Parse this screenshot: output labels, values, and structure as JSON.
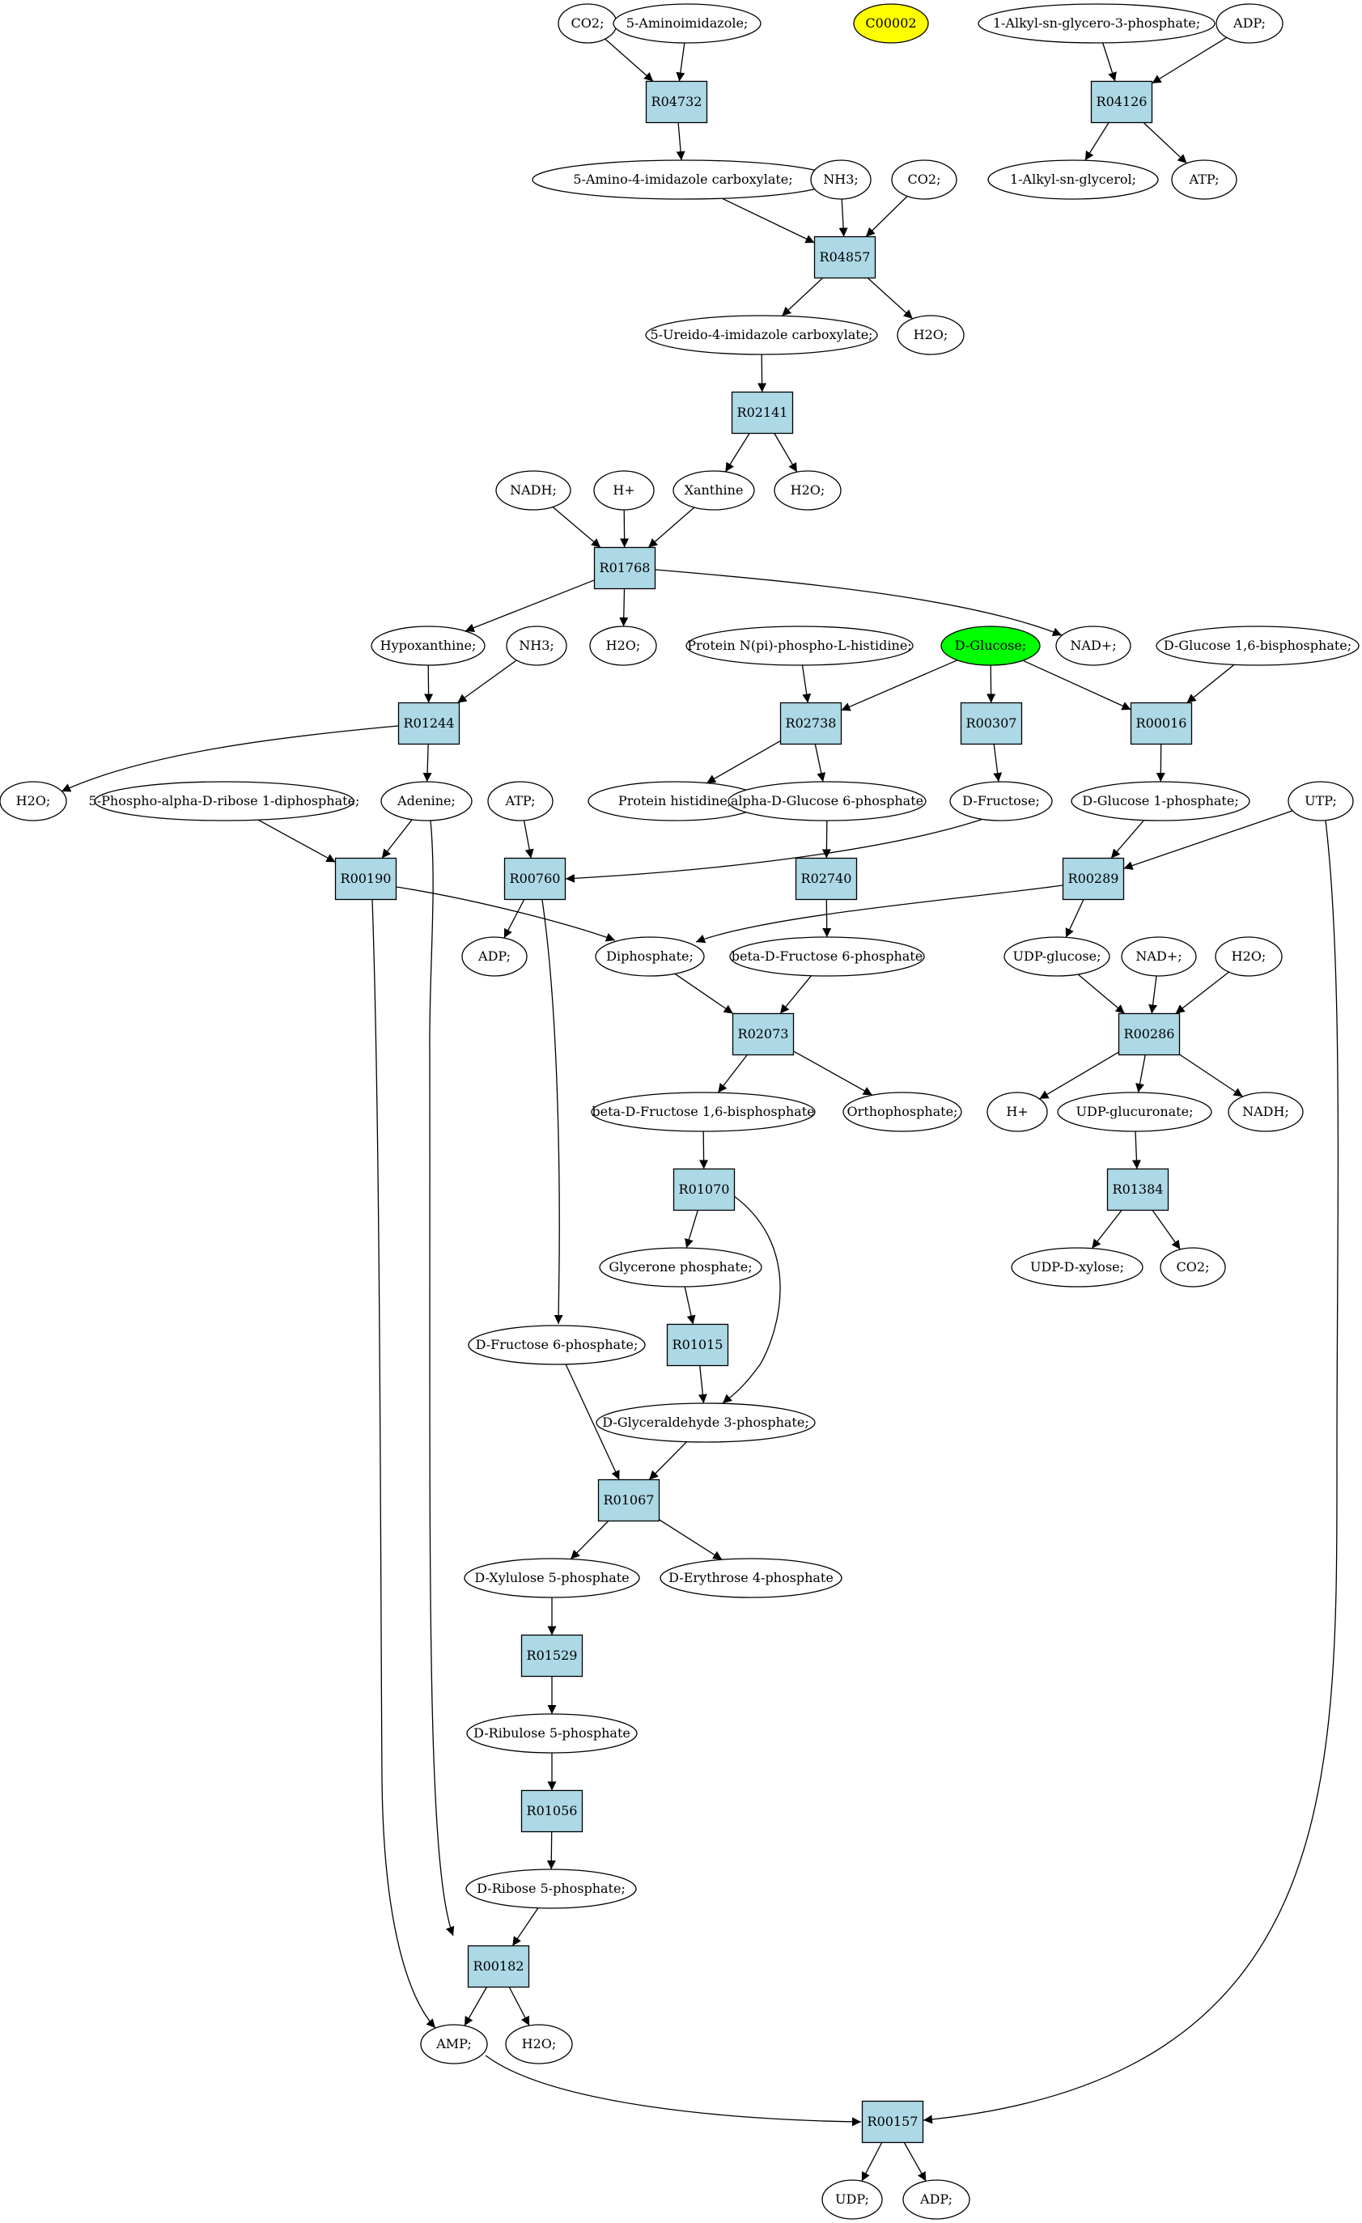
{
  "colors": {
    "reaction_fill": "#add8e6",
    "compound_fill": "#ffffff",
    "highlight_yellow": "#ffff00",
    "highlight_green": "#00ff00",
    "edge": "#000000"
  },
  "nodes": [
    {
      "id": "co2_1",
      "label": "CO2;",
      "kind": "compound"
    },
    {
      "id": "aminoimidazole",
      "label": "5-Aminoimidazole;",
      "kind": "compound"
    },
    {
      "id": "c00002",
      "label": "C00002",
      "kind": "compound",
      "fill": "#ffff00"
    },
    {
      "id": "alkyl_g3p",
      "label": "1-Alkyl-sn-glycero-3-phosphate;",
      "kind": "compound"
    },
    {
      "id": "adp_1",
      "label": "ADP;",
      "kind": "compound"
    },
    {
      "id": "r04732",
      "label": "R04732",
      "kind": "reaction"
    },
    {
      "id": "r04126",
      "label": "R04126",
      "kind": "reaction"
    },
    {
      "id": "aica",
      "label": "5-Amino-4-imidazole carboxylate;",
      "kind": "compound"
    },
    {
      "id": "nh3_1",
      "label": "NH3;",
      "kind": "compound"
    },
    {
      "id": "co2_2",
      "label": "CO2;",
      "kind": "compound"
    },
    {
      "id": "alkyl_glycerol",
      "label": "1-Alkyl-sn-glycerol;",
      "kind": "compound"
    },
    {
      "id": "atp_1",
      "label": "ATP;",
      "kind": "compound"
    },
    {
      "id": "r04857",
      "label": "R04857",
      "kind": "reaction"
    },
    {
      "id": "ureido",
      "label": "5-Ureido-4-imidazole carboxylate;",
      "kind": "compound"
    },
    {
      "id": "h2o_1",
      "label": "H2O;",
      "kind": "compound"
    },
    {
      "id": "r02141",
      "label": "R02141",
      "kind": "reaction"
    },
    {
      "id": "nadh_1",
      "label": "NADH;",
      "kind": "compound"
    },
    {
      "id": "hplus_1",
      "label": "H+",
      "kind": "compound"
    },
    {
      "id": "xanthine",
      "label": "Xanthine",
      "kind": "compound"
    },
    {
      "id": "h2o_2",
      "label": "H2O;",
      "kind": "compound"
    },
    {
      "id": "r01768",
      "label": "R01768",
      "kind": "reaction"
    },
    {
      "id": "hypoxanthine",
      "label": "Hypoxanthine;",
      "kind": "compound"
    },
    {
      "id": "nh3_2",
      "label": "NH3;",
      "kind": "compound"
    },
    {
      "id": "h2o_3",
      "label": "H2O;",
      "kind": "compound"
    },
    {
      "id": "protein_nphospho",
      "label": "Protein N(pi)-phospho-L-histidine;",
      "kind": "compound"
    },
    {
      "id": "dglucose",
      "label": "D-Glucose;",
      "kind": "compound",
      "fill": "#00ff00"
    },
    {
      "id": "nadplus_1",
      "label": "NAD+;",
      "kind": "compound"
    },
    {
      "id": "dglucose16bp",
      "label": "D-Glucose 1,6-bisphosphate;",
      "kind": "compound"
    },
    {
      "id": "r01244",
      "label": "R01244",
      "kind": "reaction"
    },
    {
      "id": "r02738",
      "label": "R02738",
      "kind": "reaction"
    },
    {
      "id": "r00307",
      "label": "R00307",
      "kind": "reaction"
    },
    {
      "id": "r00016",
      "label": "R00016",
      "kind": "reaction"
    },
    {
      "id": "h2o_4",
      "label": "H2O;",
      "kind": "compound"
    },
    {
      "id": "prpp",
      "label": "5-Phospho-alpha-D-ribose 1-diphosphate;",
      "kind": "compound"
    },
    {
      "id": "adenine",
      "label": "Adenine;",
      "kind": "compound"
    },
    {
      "id": "atp_2",
      "label": "ATP;",
      "kind": "compound"
    },
    {
      "id": "protein_his",
      "label": "Protein histidine;",
      "kind": "compound"
    },
    {
      "id": "adg6p",
      "label": "alpha-D-Glucose 6-phosphate",
      "kind": "compound"
    },
    {
      "id": "dfructose",
      "label": "D-Fructose;",
      "kind": "compound"
    },
    {
      "id": "dg1p",
      "label": "D-Glucose 1-phosphate;",
      "kind": "compound"
    },
    {
      "id": "utp",
      "label": "UTP;",
      "kind": "compound"
    },
    {
      "id": "r00190",
      "label": "R00190",
      "kind": "reaction"
    },
    {
      "id": "r00760",
      "label": "R00760",
      "kind": "reaction"
    },
    {
      "id": "r02740",
      "label": "R02740",
      "kind": "reaction"
    },
    {
      "id": "r00289",
      "label": "R00289",
      "kind": "reaction"
    },
    {
      "id": "adp_2",
      "label": "ADP;",
      "kind": "compound"
    },
    {
      "id": "diphosphate",
      "label": "Diphosphate;",
      "kind": "compound"
    },
    {
      "id": "bdf6p",
      "label": "beta-D-Fructose 6-phosphate",
      "kind": "compound"
    },
    {
      "id": "udpglucose",
      "label": "UDP-glucose;",
      "kind": "compound"
    },
    {
      "id": "nadplus_2",
      "label": "NAD+;",
      "kind": "compound"
    },
    {
      "id": "h2o_5",
      "label": "H2O;",
      "kind": "compound"
    },
    {
      "id": "r02073",
      "label": "R02073",
      "kind": "reaction"
    },
    {
      "id": "r00286",
      "label": "R00286",
      "kind": "reaction"
    },
    {
      "id": "bdf16bp",
      "label": "beta-D-Fructose 1,6-bisphosphate",
      "kind": "compound"
    },
    {
      "id": "orthophosphate",
      "label": "Orthophosphate;",
      "kind": "compound"
    },
    {
      "id": "hplus_2",
      "label": "H+",
      "kind": "compound"
    },
    {
      "id": "udpglucuronate",
      "label": "UDP-glucuronate;",
      "kind": "compound"
    },
    {
      "id": "nadh_2",
      "label": "NADH;",
      "kind": "compound"
    },
    {
      "id": "r01070",
      "label": "R01070",
      "kind": "reaction"
    },
    {
      "id": "r01384",
      "label": "R01384",
      "kind": "reaction"
    },
    {
      "id": "glycerone_p",
      "label": "Glycerone phosphate;",
      "kind": "compound"
    },
    {
      "id": "udpxylose",
      "label": "UDP-D-xylose;",
      "kind": "compound"
    },
    {
      "id": "co2_3",
      "label": "CO2;",
      "kind": "compound"
    },
    {
      "id": "df6p",
      "label": "D-Fructose 6-phosphate;",
      "kind": "compound"
    },
    {
      "id": "r01015",
      "label": "R01015",
      "kind": "reaction"
    },
    {
      "id": "dga3p",
      "label": "D-Glyceraldehyde 3-phosphate;",
      "kind": "compound"
    },
    {
      "id": "r01067",
      "label": "R01067",
      "kind": "reaction"
    },
    {
      "id": "dxylulose5p",
      "label": "D-Xylulose 5-phosphate",
      "kind": "compound"
    },
    {
      "id": "derythrose4p",
      "label": "D-Erythrose 4-phosphate",
      "kind": "compound"
    },
    {
      "id": "r01529",
      "label": "R01529",
      "kind": "reaction"
    },
    {
      "id": "dribulose5p",
      "label": "D-Ribulose 5-phosphate",
      "kind": "compound"
    },
    {
      "id": "r01056",
      "label": "R01056",
      "kind": "reaction"
    },
    {
      "id": "dribose5p",
      "label": "D-Ribose 5-phosphate;",
      "kind": "compound"
    },
    {
      "id": "r00182",
      "label": "R00182",
      "kind": "reaction"
    },
    {
      "id": "amp",
      "label": "AMP;",
      "kind": "compound"
    },
    {
      "id": "h2o_6",
      "label": "H2O;",
      "kind": "compound"
    },
    {
      "id": "r00157",
      "label": "R00157",
      "kind": "reaction"
    },
    {
      "id": "udp",
      "label": "UDP;",
      "kind": "compound"
    },
    {
      "id": "adp_3",
      "label": "ADP;",
      "kind": "compound"
    }
  ],
  "edges": [
    [
      "co2_1",
      "r04732"
    ],
    [
      "aminoimidazole",
      "r04732"
    ],
    [
      "r04732",
      "aica"
    ],
    [
      "alkyl_g3p",
      "r04126"
    ],
    [
      "adp_1",
      "r04126"
    ],
    [
      "r04126",
      "alkyl_glycerol"
    ],
    [
      "r04126",
      "atp_1"
    ],
    [
      "aica",
      "r04857"
    ],
    [
      "nh3_1",
      "r04857"
    ],
    [
      "co2_2",
      "r04857"
    ],
    [
      "r04857",
      "ureido"
    ],
    [
      "r04857",
      "h2o_1"
    ],
    [
      "ureido",
      "r02141"
    ],
    [
      "r02141",
      "xanthine"
    ],
    [
      "r02141",
      "h2o_2"
    ],
    [
      "nadh_1",
      "r01768"
    ],
    [
      "hplus_1",
      "r01768"
    ],
    [
      "xanthine",
      "r01768"
    ],
    [
      "r01768",
      "hypoxanthine"
    ],
    [
      "r01768",
      "h2o_3"
    ],
    [
      "r01768",
      "nadplus_1"
    ],
    [
      "hypoxanthine",
      "r01244"
    ],
    [
      "nh3_2",
      "r01244"
    ],
    [
      "r01244",
      "h2o_4"
    ],
    [
      "r01244",
      "adenine"
    ],
    [
      "protein_nphospho",
      "r02738"
    ],
    [
      "dglucose",
      "r02738"
    ],
    [
      "dglucose",
      "r00307"
    ],
    [
      "dglucose",
      "r00016"
    ],
    [
      "dglucose16bp",
      "r00016"
    ],
    [
      "r02738",
      "protein_his"
    ],
    [
      "r02738",
      "adg6p"
    ],
    [
      "r00307",
      "dfructose"
    ],
    [
      "r00016",
      "dg1p"
    ],
    [
      "prpp",
      "r00190"
    ],
    [
      "adenine",
      "r00190"
    ],
    [
      "adenine",
      "r00182"
    ],
    [
      "atp_2",
      "r00760"
    ],
    [
      "dfructose",
      "r00760"
    ],
    [
      "adg6p",
      "r02740"
    ],
    [
      "dg1p",
      "r00289"
    ],
    [
      "utp",
      "r00289"
    ],
    [
      "utp",
      "r00157"
    ],
    [
      "r00190",
      "diphosphate"
    ],
    [
      "r00190",
      "amp"
    ],
    [
      "r00760",
      "adp_2"
    ],
    [
      "r00760",
      "df6p"
    ],
    [
      "r02740",
      "bdf6p"
    ],
    [
      "r00289",
      "diphosphate"
    ],
    [
      "r00289",
      "udpglucose"
    ],
    [
      "diphosphate",
      "r02073"
    ],
    [
      "bdf6p",
      "r02073"
    ],
    [
      "udpglucose",
      "r00286"
    ],
    [
      "nadplus_2",
      "r00286"
    ],
    [
      "h2o_5",
      "r00286"
    ],
    [
      "r02073",
      "bdf16bp"
    ],
    [
      "r02073",
      "orthophosphate"
    ],
    [
      "r00286",
      "hplus_2"
    ],
    [
      "r00286",
      "udpglucuronate"
    ],
    [
      "r00286",
      "nadh_2"
    ],
    [
      "bdf16bp",
      "r01070"
    ],
    [
      "udpglucuronate",
      "r01384"
    ],
    [
      "r01070",
      "glycerone_p"
    ],
    [
      "r01070",
      "dga3p"
    ],
    [
      "r01384",
      "udpxylose"
    ],
    [
      "r01384",
      "co2_3"
    ],
    [
      "glycerone_p",
      "r01015"
    ],
    [
      "r01015",
      "dga3p"
    ],
    [
      "df6p",
      "r01067"
    ],
    [
      "dga3p",
      "r01067"
    ],
    [
      "r01067",
      "dxylulose5p"
    ],
    [
      "r01067",
      "derythrose4p"
    ],
    [
      "dxylulose5p",
      "r01529"
    ],
    [
      "r01529",
      "dribulose5p"
    ],
    [
      "dribulose5p",
      "r01056"
    ],
    [
      "r01056",
      "dribose5p"
    ],
    [
      "dribose5p",
      "r00182"
    ],
    [
      "r00182",
      "amp"
    ],
    [
      "r00182",
      "h2o_6"
    ],
    [
      "amp",
      "r00157"
    ],
    [
      "r00157",
      "udp"
    ],
    [
      "r00157",
      "adp_3"
    ]
  ]
}
